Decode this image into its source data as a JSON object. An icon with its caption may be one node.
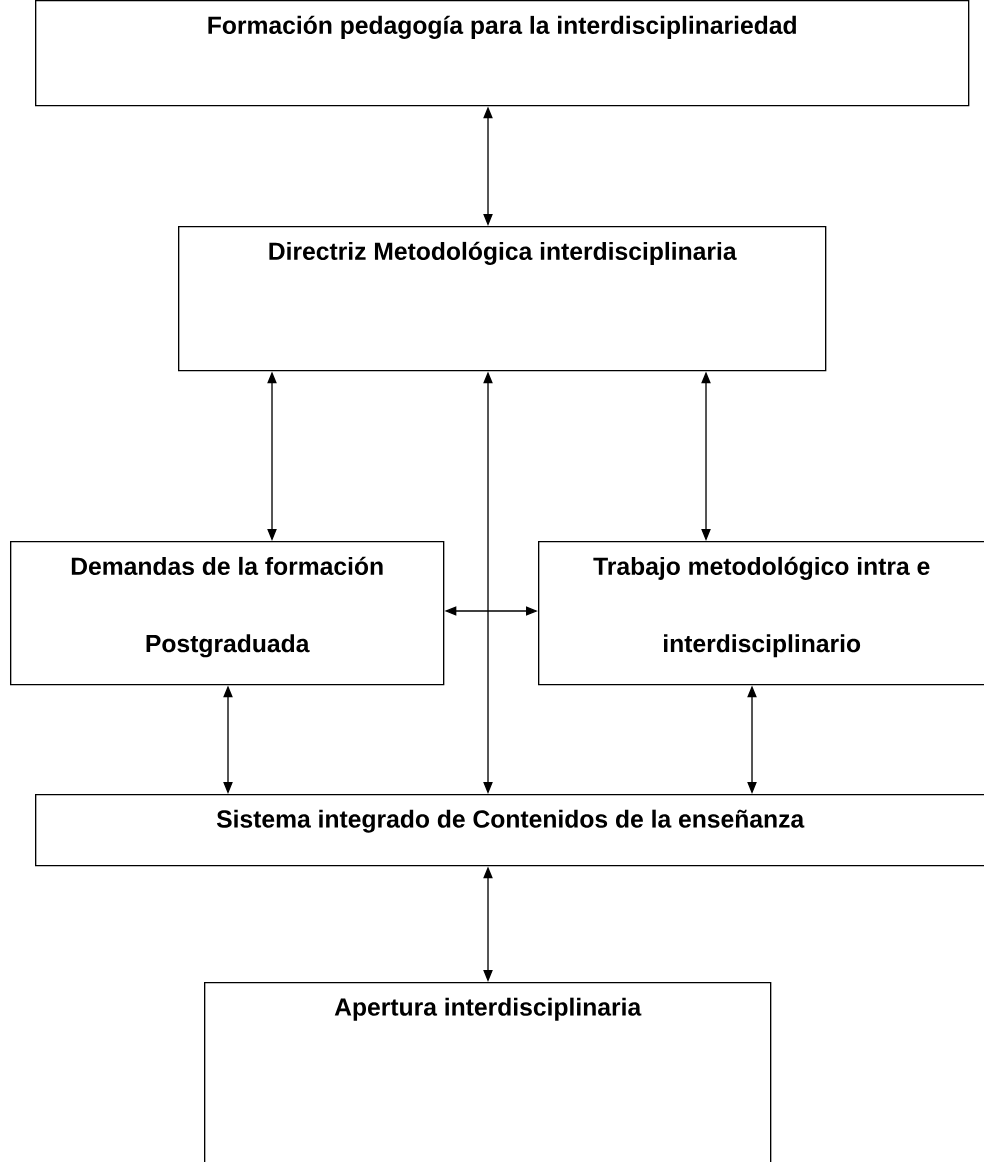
{
  "diagram": {
    "nodes": [
      {
        "text": [
          "Formación pedagogía para la interdisciplinariedad"
        ]
      },
      {
        "text": [
          "Directriz Metodológica interdisciplinaria"
        ]
      },
      {
        "text": [
          "Demandas de la formación Postgraduada"
        ]
      },
      {
        "text": [
          "Trabajo metodológico intra e interdisciplinario"
        ]
      },
      {
        "text": [
          "Sistema integrado de Contenidos de la enseñanza"
        ]
      },
      {
        "text": [
          "Apertura interdisciplinaria"
        ]
      }
    ],
    "edges": [
      {
        "from": 0,
        "to": 1,
        "arrow": "both"
      },
      {
        "from": 1,
        "to": 2,
        "arrow": "both"
      },
      {
        "from": 1,
        "to": 4,
        "arrow": "both"
      },
      {
        "from": 1,
        "to": 3,
        "arrow": "both"
      },
      {
        "from": 2,
        "to": 3,
        "arrow": "both"
      },
      {
        "from": 2,
        "to": 4,
        "arrow": "both"
      },
      {
        "from": 3,
        "to": 4,
        "arrow": "both"
      },
      {
        "from": 4,
        "to": 5,
        "arrow": "both"
      }
    ]
  }
}
